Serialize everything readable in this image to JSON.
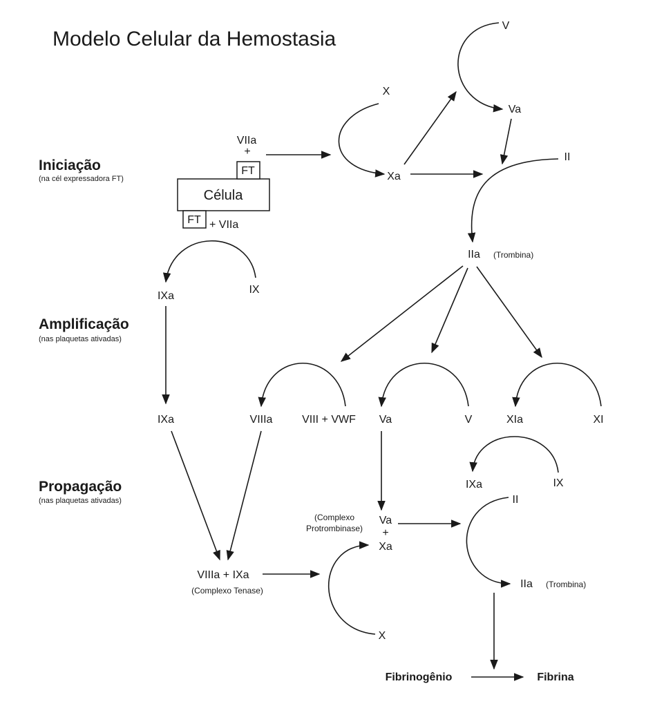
{
  "title": "Modelo Celular da Hemostasia",
  "stages": {
    "initiation": {
      "label": "Iniciação",
      "note": "(na cél expressadora FT)"
    },
    "amplification": {
      "label": "Amplificação",
      "note": "(nas plaquetas ativadas)"
    },
    "propagation": {
      "label": "Propagação",
      "note": "(nas plaquetas ativadas)"
    }
  },
  "cell": {
    "label": "Célula",
    "ft_top": "FT",
    "ft_bottom": "FT",
    "plus_viia": "+ VIIa"
  },
  "initiation": {
    "viia": "VIIa",
    "plus": "+",
    "x": "X",
    "xa": "Xa",
    "v": "V",
    "va": "Va",
    "ii": "II",
    "iia": "IIa",
    "trombina": "(Trombina)"
  },
  "amplification": {
    "ixa_top": "IXa",
    "ix_top": "IX",
    "ixa": "IXa",
    "viiia": "VIIIa",
    "viii_vwf": "VIII + VWF",
    "va": "Va",
    "v": "V",
    "xia": "XIa",
    "xi": "XI"
  },
  "propagation": {
    "ixa_small": "IXa",
    "ix_small": "IX",
    "complexo_prot": "(Complexo",
    "complexo_prot2": "Protrombinase)",
    "va": "Va",
    "plus": "+",
    "xa": "Xa",
    "tenase": "VIIIa + IXa",
    "tenase_note": "(Complexo Tenase)",
    "x": "X",
    "ii": "II",
    "iia": "IIa",
    "trombina": "(Trombina)",
    "fibrinogenio": "Fibrinogênio",
    "fibrina": "Fibrina"
  }
}
